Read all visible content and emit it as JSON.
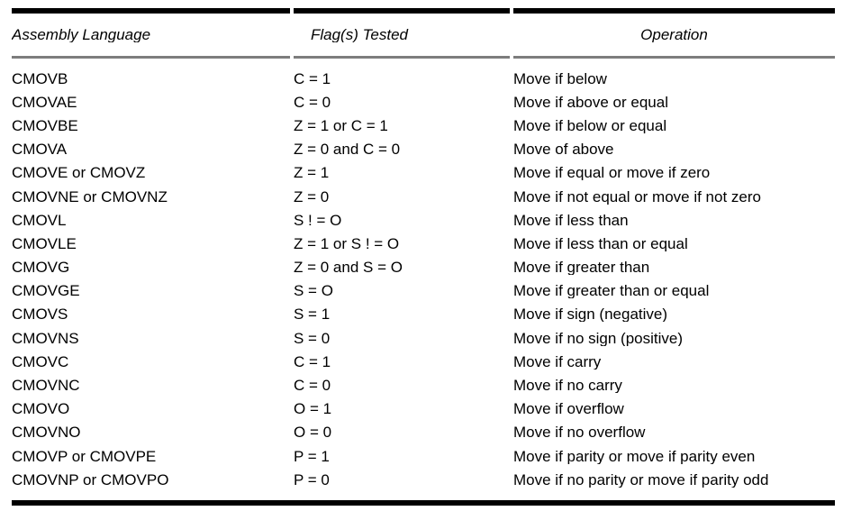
{
  "table": {
    "columns": [
      {
        "label": "Assembly Language"
      },
      {
        "label": "Flag(s) Tested"
      },
      {
        "label": "Operation"
      }
    ],
    "rows": [
      {
        "assembly": "CMOVB",
        "flags": "C = 1",
        "operation": "Move if below"
      },
      {
        "assembly": "CMOVAE",
        "flags": "C = 0",
        "operation": "Move if above or equal"
      },
      {
        "assembly": "CMOVBE",
        "flags": "Z = 1 or C = 1",
        "operation": "Move if below or equal"
      },
      {
        "assembly": "CMOVA",
        "flags": "Z = 0 and C = 0",
        "operation": "Move of above"
      },
      {
        "assembly": "CMOVE or CMOVZ",
        "flags": "Z = 1",
        "operation": "Move if equal or move if zero"
      },
      {
        "assembly": "CMOVNE or CMOVNZ",
        "flags": "Z = 0",
        "operation": "Move if not equal or move if not zero"
      },
      {
        "assembly": "CMOVL",
        "flags": "S ! = O",
        "operation": "Move if less than"
      },
      {
        "assembly": "CMOVLE",
        "flags": "Z = 1 or S ! = O",
        "operation": "Move if less than or equal"
      },
      {
        "assembly": "CMOVG",
        "flags": "Z = 0 and S = O",
        "operation": "Move if greater than"
      },
      {
        "assembly": "CMOVGE",
        "flags": "S = O",
        "operation": "Move if greater than or equal"
      },
      {
        "assembly": "CMOVS",
        "flags": "S = 1",
        "operation": "Move if sign (negative)"
      },
      {
        "assembly": "CMOVNS",
        "flags": "S = 0",
        "operation": "Move if no sign (positive)"
      },
      {
        "assembly": "CMOVC",
        "flags": "C = 1",
        "operation": "Move if carry"
      },
      {
        "assembly": "CMOVNC",
        "flags": "C = 0",
        "operation": "Move if no carry"
      },
      {
        "assembly": "CMOVO",
        "flags": "O = 1",
        "operation": "Move if overflow"
      },
      {
        "assembly": "CMOVNO",
        "flags": "O = 0",
        "operation": "Move if no overflow"
      },
      {
        "assembly": "CMOVP or CMOVPE",
        "flags": "P = 1",
        "operation": "Move if parity or move if parity even"
      },
      {
        "assembly": "CMOVNP or CMOVPO",
        "flags": "P = 0",
        "operation": "Move if no parity or move if parity odd"
      }
    ]
  },
  "colors": {
    "background": "#ffffff",
    "text": "#000000",
    "rule_black": "#000000",
    "rule_gray": "#7d7d7d"
  }
}
